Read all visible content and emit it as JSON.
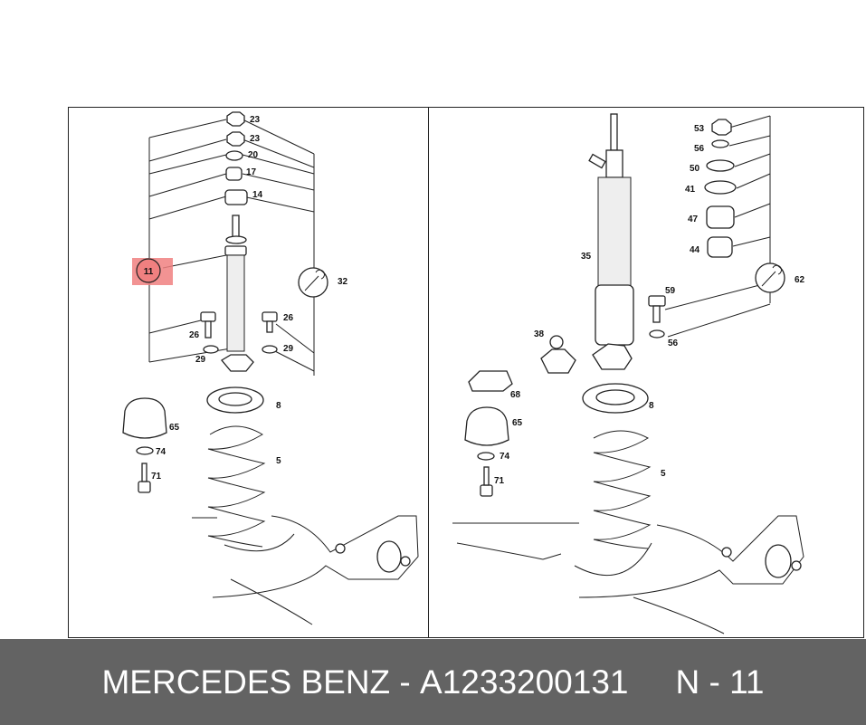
{
  "footer": {
    "brand": "MERCEDES BENZ",
    "separator": "-",
    "part_number": "A1233200131",
    "position": "N - 11"
  },
  "highlight": {
    "label": "11",
    "color": "#f08080"
  },
  "left_panel": {
    "labels": [
      "23",
      "23",
      "20",
      "17",
      "14",
      "11",
      "32",
      "26",
      "26",
      "29",
      "29",
      "8",
      "65",
      "74",
      "71",
      "5"
    ]
  },
  "right_panel": {
    "labels": [
      "53",
      "56",
      "50",
      "41",
      "47",
      "44",
      "35",
      "62",
      "59",
      "56",
      "38",
      "68",
      "8",
      "65",
      "74",
      "71",
      "5"
    ]
  }
}
